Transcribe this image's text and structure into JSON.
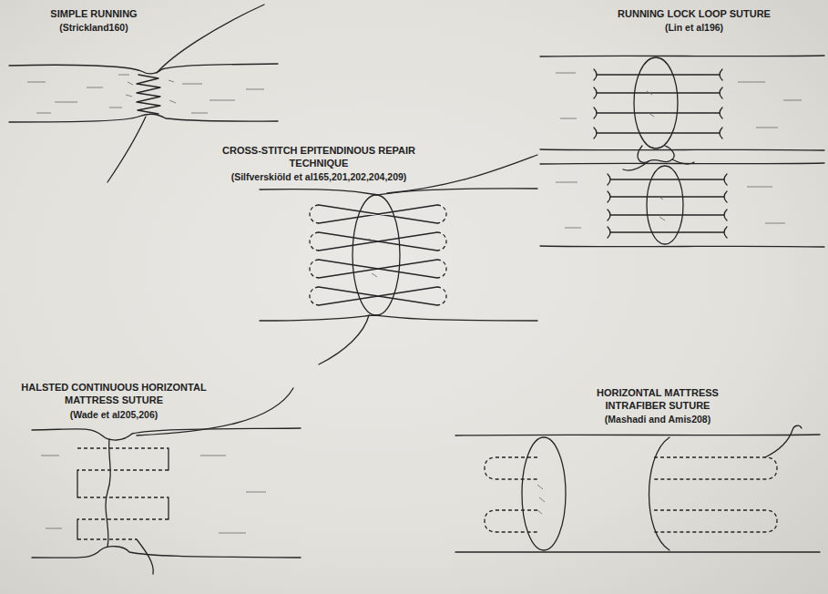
{
  "diagram": {
    "labels": [
      "SIMPLE RUNNING",
      "(Strickland160)",
      "RUNNING LOCK LOOP SUTURE",
      "(Lin et al196)",
      "CROSS-STITCH EPITENDINOUS REPAIR TECHNIQUE",
      "(Silfverskiöld et al165,201,202,204,209)",
      "HALSTED CONTINUOUS HORIZONTAL MATTRESS SUTURE",
      "(Wade et al205,206)",
      "HORIZONTAL MATTRESS INTRAFIBER SUTURE",
      "(Mashadi and Amis208)"
    ]
  }
}
